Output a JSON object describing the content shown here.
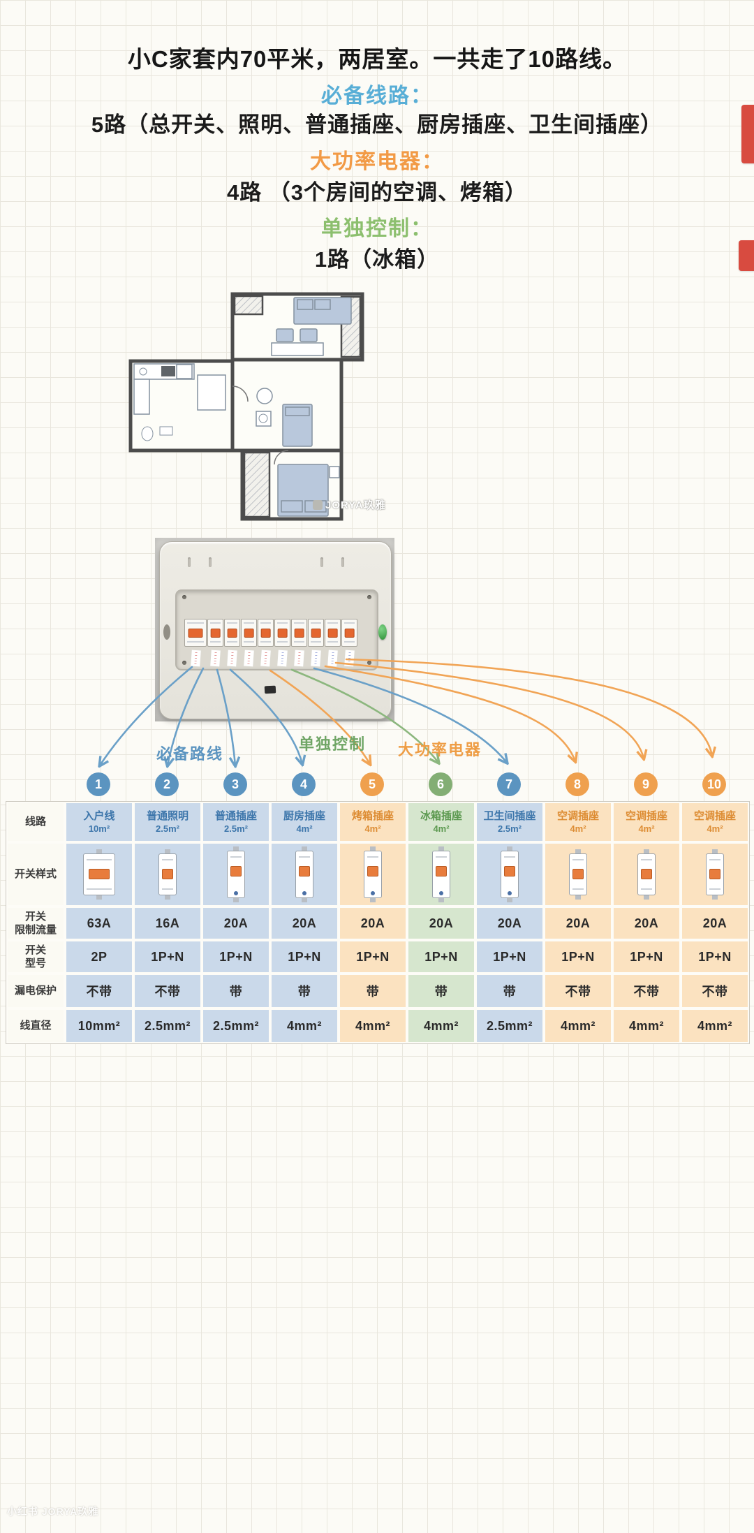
{
  "theme": {
    "blue": "#5b94c0",
    "blue_light": "#cad9ea",
    "blue_text": "#3d76ab",
    "orange": "#efa04e",
    "orange_light": "#fbe2c0",
    "orange_text": "#dd8c33",
    "green": "#83ae74",
    "green_light": "#d6e6ce",
    "green_text": "#5c9950",
    "paper": "#fcfbf6",
    "grid_line": "#e9e6dd",
    "accent_red": "#d84b40"
  },
  "intro": {
    "line1": "小C家套内70平米，两居室。一共走了10路线。",
    "sections": [
      {
        "title": "必备线路：",
        "body": "5路（总开关、照明、普通插座、厨房插座、卫生间插座）"
      },
      {
        "title": "大功率电器：",
        "body": "4路 （3个房间的空调、烤箱）"
      },
      {
        "title": "单独控制：",
        "body": "1路（冰箱）"
      }
    ]
  },
  "floorplan": {
    "watermark": "JORYA玖雅"
  },
  "groups": {
    "essential": "必备路线",
    "independent": "单独控制",
    "high_power": "大功率电器"
  },
  "table": {
    "row_headers": [
      "线路",
      "开关样式",
      "开关\n限制流量",
      "开关\n型号",
      "漏电保护",
      "线直径"
    ]
  },
  "circuits": [
    {
      "num": "1",
      "name": "入户线",
      "spec": "10m²",
      "amp": "63A",
      "model": "2P",
      "leakage": "不带",
      "wire": "10mm²"
    },
    {
      "num": "2",
      "name": "普通照明",
      "spec": "2.5m²",
      "amp": "16A",
      "model": "1P+N",
      "leakage": "不带",
      "wire": "2.5mm²"
    },
    {
      "num": "3",
      "name": "普通插座",
      "spec": "2.5m²",
      "amp": "20A",
      "model": "1P+N",
      "leakage": "带",
      "wire": "2.5mm²"
    },
    {
      "num": "4",
      "name": "厨房插座",
      "spec": "4m²",
      "amp": "20A",
      "model": "1P+N",
      "leakage": "带",
      "wire": "4mm²"
    },
    {
      "num": "5",
      "name": "烤箱插座",
      "spec": "4m²",
      "amp": "20A",
      "model": "1P+N",
      "leakage": "带",
      "wire": "4mm²"
    },
    {
      "num": "6",
      "name": "冰箱插座",
      "spec": "4m²",
      "amp": "20A",
      "model": "1P+N",
      "leakage": "带",
      "wire": "4mm²"
    },
    {
      "num": "7",
      "name": "卫生间插座",
      "spec": "2.5m²",
      "amp": "20A",
      "model": "1P+N",
      "leakage": "带",
      "wire": "2.5mm²"
    },
    {
      "num": "8",
      "name": "空调插座",
      "spec": "4m²",
      "amp": "20A",
      "model": "1P+N",
      "leakage": "不带",
      "wire": "4mm²"
    },
    {
      "num": "9",
      "name": "空调插座",
      "spec": "4m²",
      "amp": "20A",
      "model": "1P+N",
      "leakage": "不带",
      "wire": "4mm²"
    },
    {
      "num": "10",
      "name": "空调插座",
      "spec": "4m²",
      "amp": "20A",
      "model": "1P+N",
      "leakage": "不带",
      "wire": "4mm²"
    }
  ],
  "footer": {
    "watermark": "小红书 JORYA玖雅"
  }
}
